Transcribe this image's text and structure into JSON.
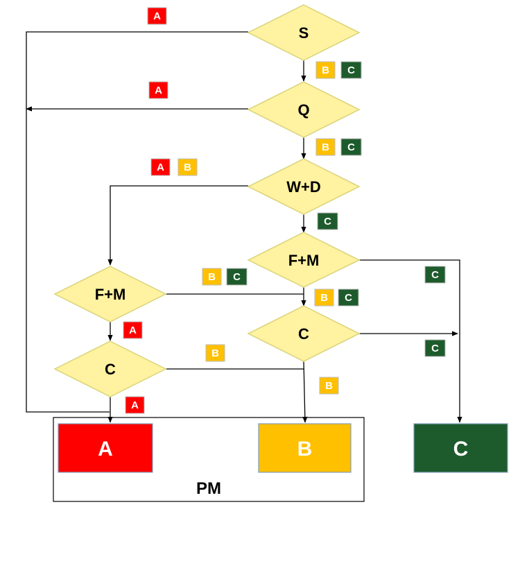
{
  "colors": {
    "a": "#ff0000",
    "b": "#ffc000",
    "c": "#1e5b2c",
    "diamond_fill": "#fff2a0",
    "diamond_stroke": "#d9d47a",
    "line": "#000000"
  },
  "diamonds": {
    "s": "S",
    "q": "Q",
    "wd": "W+D",
    "fm_right": "F+M",
    "fm_left": "F+M",
    "c_right": "C",
    "c_left": "C"
  },
  "badges": {
    "a": "A",
    "b": "B",
    "c": "C"
  },
  "outcomes": {
    "a": "A",
    "b": "B",
    "c": "C"
  },
  "group_label": "PM"
}
